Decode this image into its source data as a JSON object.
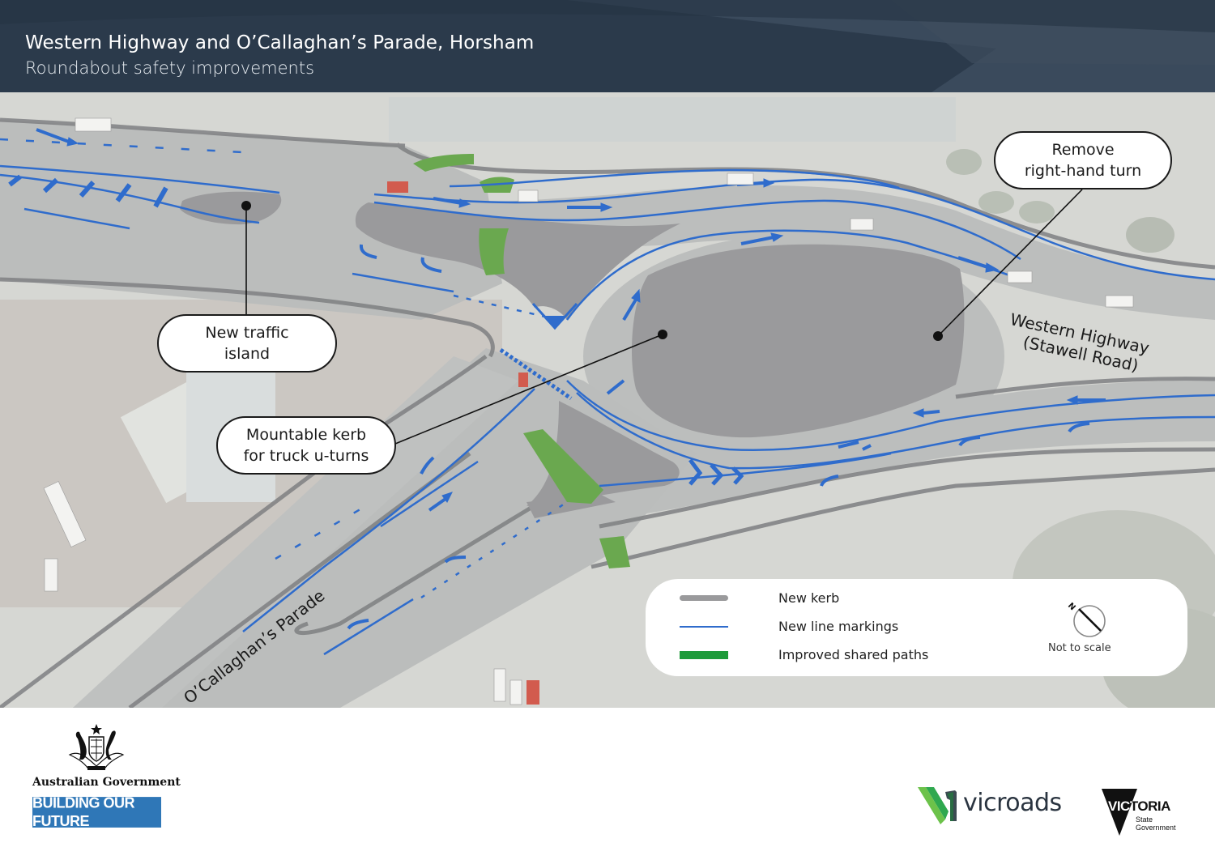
{
  "header": {
    "title": "Western Highway and O’Callaghan’s Parade, Horsham",
    "subtitle": "Roundabout safety improvements",
    "background_color": "#2b3a4b"
  },
  "map": {
    "callouts": [
      {
        "id": "new-traffic-island",
        "line1": "New traffic",
        "line2": "island"
      },
      {
        "id": "mountable-kerb",
        "line1": "Mountable kerb",
        "line2": "for truck u-turns"
      },
      {
        "id": "remove-right-turn",
        "line1": "Remove",
        "line2": "right-hand turn"
      }
    ],
    "road_labels": {
      "western_highway_line1": "Western Highway",
      "western_highway_line2": "(Stawell Road)",
      "ocallaghans_parade": "O’Callaghan’s Parade"
    },
    "colors": {
      "new_kerb": "#9a9a9c",
      "line_markings": "#2f6ccc",
      "shared_paths": "#6aa84f",
      "road_surface": "#b9bbbb",
      "ground": "#d7d8d4"
    }
  },
  "legend": {
    "items": [
      {
        "label": "New kerb",
        "swatch_color": "#9a9a9c",
        "swatch_type": "thick-rounded"
      },
      {
        "label": "New line markings",
        "swatch_color": "#2f6ccc",
        "swatch_type": "thin-line"
      },
      {
        "label": "Improved shared paths",
        "swatch_color": "#1e9b3a",
        "swatch_type": "thick-bar"
      }
    ],
    "north_label": "N",
    "scale_note": "Not to scale"
  },
  "footer": {
    "aus_gov_label": "Australian Government",
    "building_our_future": "BUILDING OUR FUTURE",
    "vicroads_label": "vicroads",
    "victoria_label": "VICTORIA",
    "victoria_sub1": "State",
    "victoria_sub2": "Government"
  }
}
